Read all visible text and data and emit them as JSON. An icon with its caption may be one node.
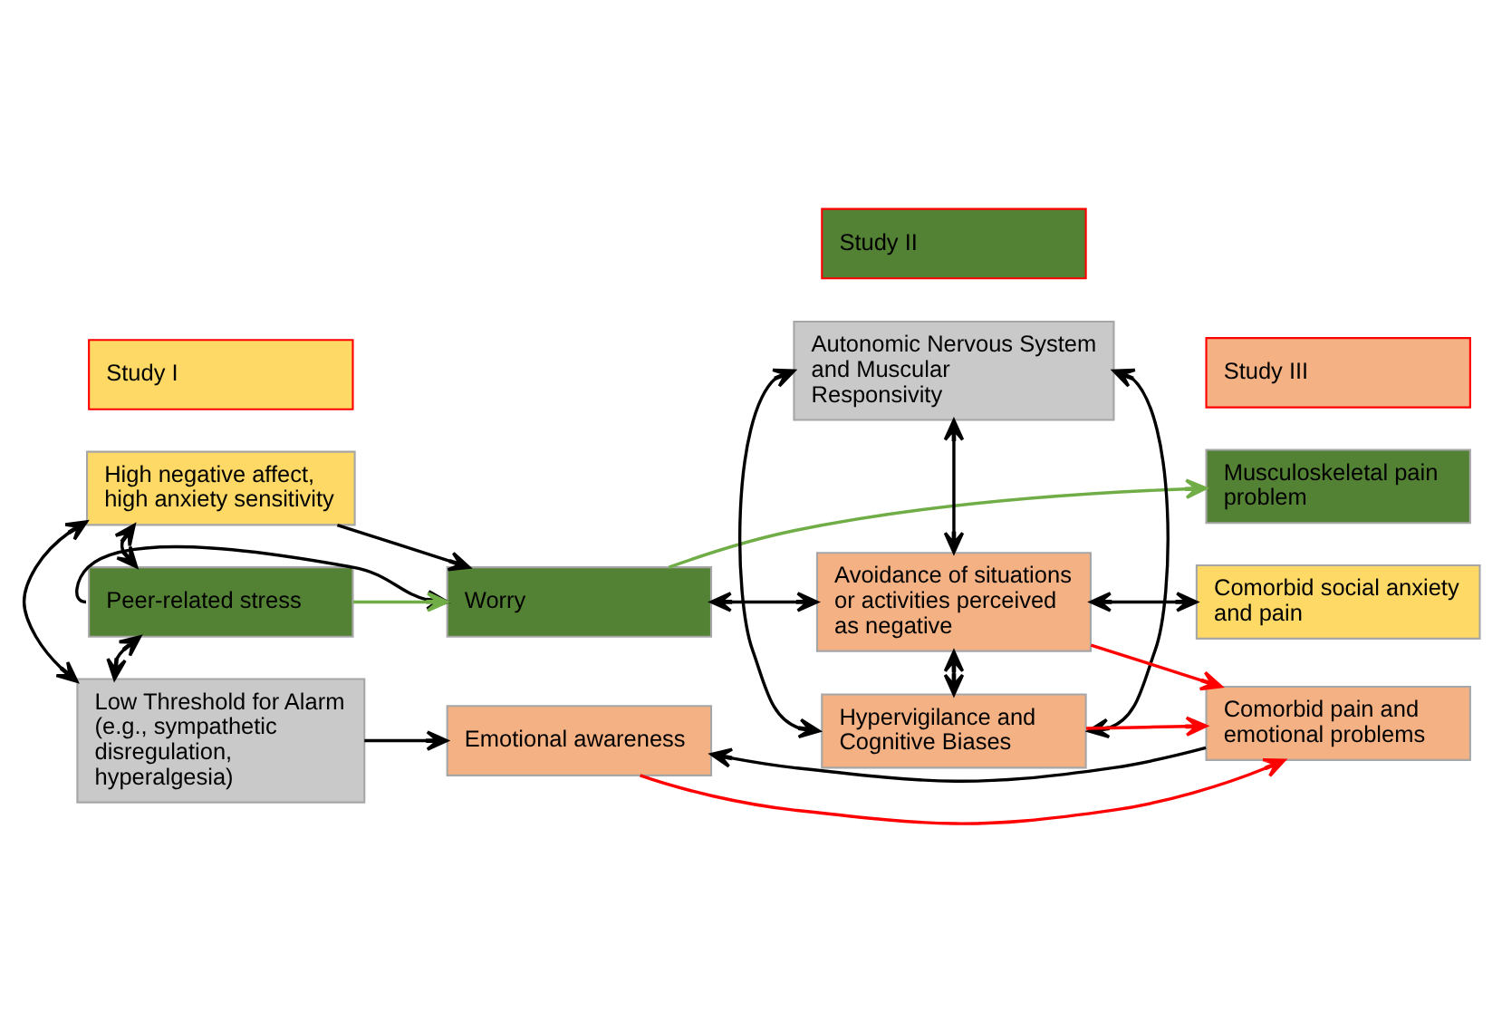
{
  "diagram": {
    "nodes": [
      {
        "text": [
          "Study I"
        ]
      },
      {
        "text": [
          "Study II"
        ]
      },
      {
        "text": [
          "Study III"
        ]
      },
      {
        "text": [
          "High negative affect, high anxiety sensitivity"
        ]
      },
      {
        "text": [
          "Peer-related stress"
        ]
      },
      {
        "text": [
          "Low Threshold for Alarm (e.g., sympathetic disregulation, hyperalgesia)"
        ]
      },
      {
        "text": [
          "Worry"
        ]
      },
      {
        "text": [
          "Emotional awareness"
        ]
      },
      {
        "text": [
          "Autonomic Nervous System and Muscular Responsivity"
        ]
      },
      {
        "text": [
          "Avoidance of situations or activities perceived as negative"
        ]
      },
      {
        "text": [
          "Hypervigilance and Cognitive Biases"
        ]
      },
      {
        "text": [
          "Musculoskeletal pain problem"
        ]
      },
      {
        "text": [
          "Comorbid social anxiety and pain"
        ]
      },
      {
        "text": [
          "Comorbid pain and emotional problems"
        ]
      }
    ],
    "edges": [
      {
        "from": 3,
        "to": 5,
        "arrow": "both"
      },
      {
        "from": 3,
        "to": 4,
        "arrow": "both"
      },
      {
        "from": 4,
        "to": 5,
        "arrow": "both"
      },
      {
        "from": 3,
        "to": 6,
        "arrow": "to"
      },
      {
        "from": 4,
        "to": 6,
        "arrow": "to"
      },
      {
        "from": 5,
        "to": 7,
        "arrow": "to"
      },
      {
        "from": 4,
        "to": 6,
        "arrow": "to",
        "color": "#70ad47"
      },
      {
        "from": 6,
        "to": 11,
        "arrow": "to",
        "color": "#70ad47"
      },
      {
        "from": 6,
        "to": 9,
        "arrow": "both"
      },
      {
        "from": 8,
        "to": 9,
        "arrow": "both"
      },
      {
        "from": 9,
        "to": 10,
        "arrow": "both"
      },
      {
        "from": 8,
        "to": 10,
        "arrow": "both"
      },
      {
        "from": 8,
        "to": 10,
        "arrow": "both"
      },
      {
        "from": 9,
        "to": 12,
        "arrow": "both"
      },
      {
        "from": 9,
        "to": 13,
        "arrow": "to",
        "color": "#ff0000"
      },
      {
        "from": 7,
        "to": 13,
        "arrow": "to",
        "color": "#ff0000"
      },
      {
        "from": 10,
        "to": 13,
        "arrow": "to",
        "color": "#ff0000"
      },
      {
        "from": 13,
        "to": 7,
        "arrow": "to"
      }
    ]
  }
}
